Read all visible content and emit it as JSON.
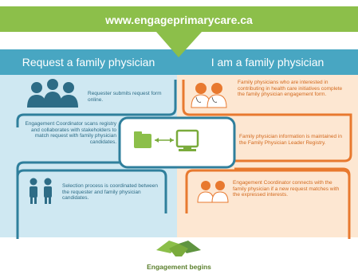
{
  "header": {
    "url": "www.engageprimarycare.ca"
  },
  "columns": {
    "left_title": "Request a family physician",
    "right_title": "I am a family physician"
  },
  "steps": {
    "requester_submits": "Requester submits request form online.",
    "physicians_interested": "Family physicians who are interested in contributing in health care initiatives complete the family physician engagement form.",
    "coordinator_scans": "Engagement Coordinator scans registry and collaborates with stakeholders to match request with family physician candidates.",
    "info_maintained": "Family physician information is maintained in the Family Physician Leader Registry.",
    "selection_process": "Selection process is coordinated between the requester and family physician candidates.",
    "coordinator_connects": "Engagement Coordinator connects with the family physician if a new request matches with the expressed interests."
  },
  "footer": {
    "engagement_begins": "Engagement begins"
  },
  "icons": {
    "requesters": "people-icon",
    "physicians": "doctors-icon",
    "registry": "folder-computer-icon",
    "selection": "two-people-icon",
    "connect": "doctors-icon",
    "handshake": "handshake-icon"
  },
  "colors": {
    "green": "#8cbf4a",
    "teal": "#48a6c2",
    "dark_teal": "#2f7f9c",
    "orange": "#e8792f",
    "light_blue": "#cfe8f2",
    "light_orange": "#fde7d2"
  }
}
